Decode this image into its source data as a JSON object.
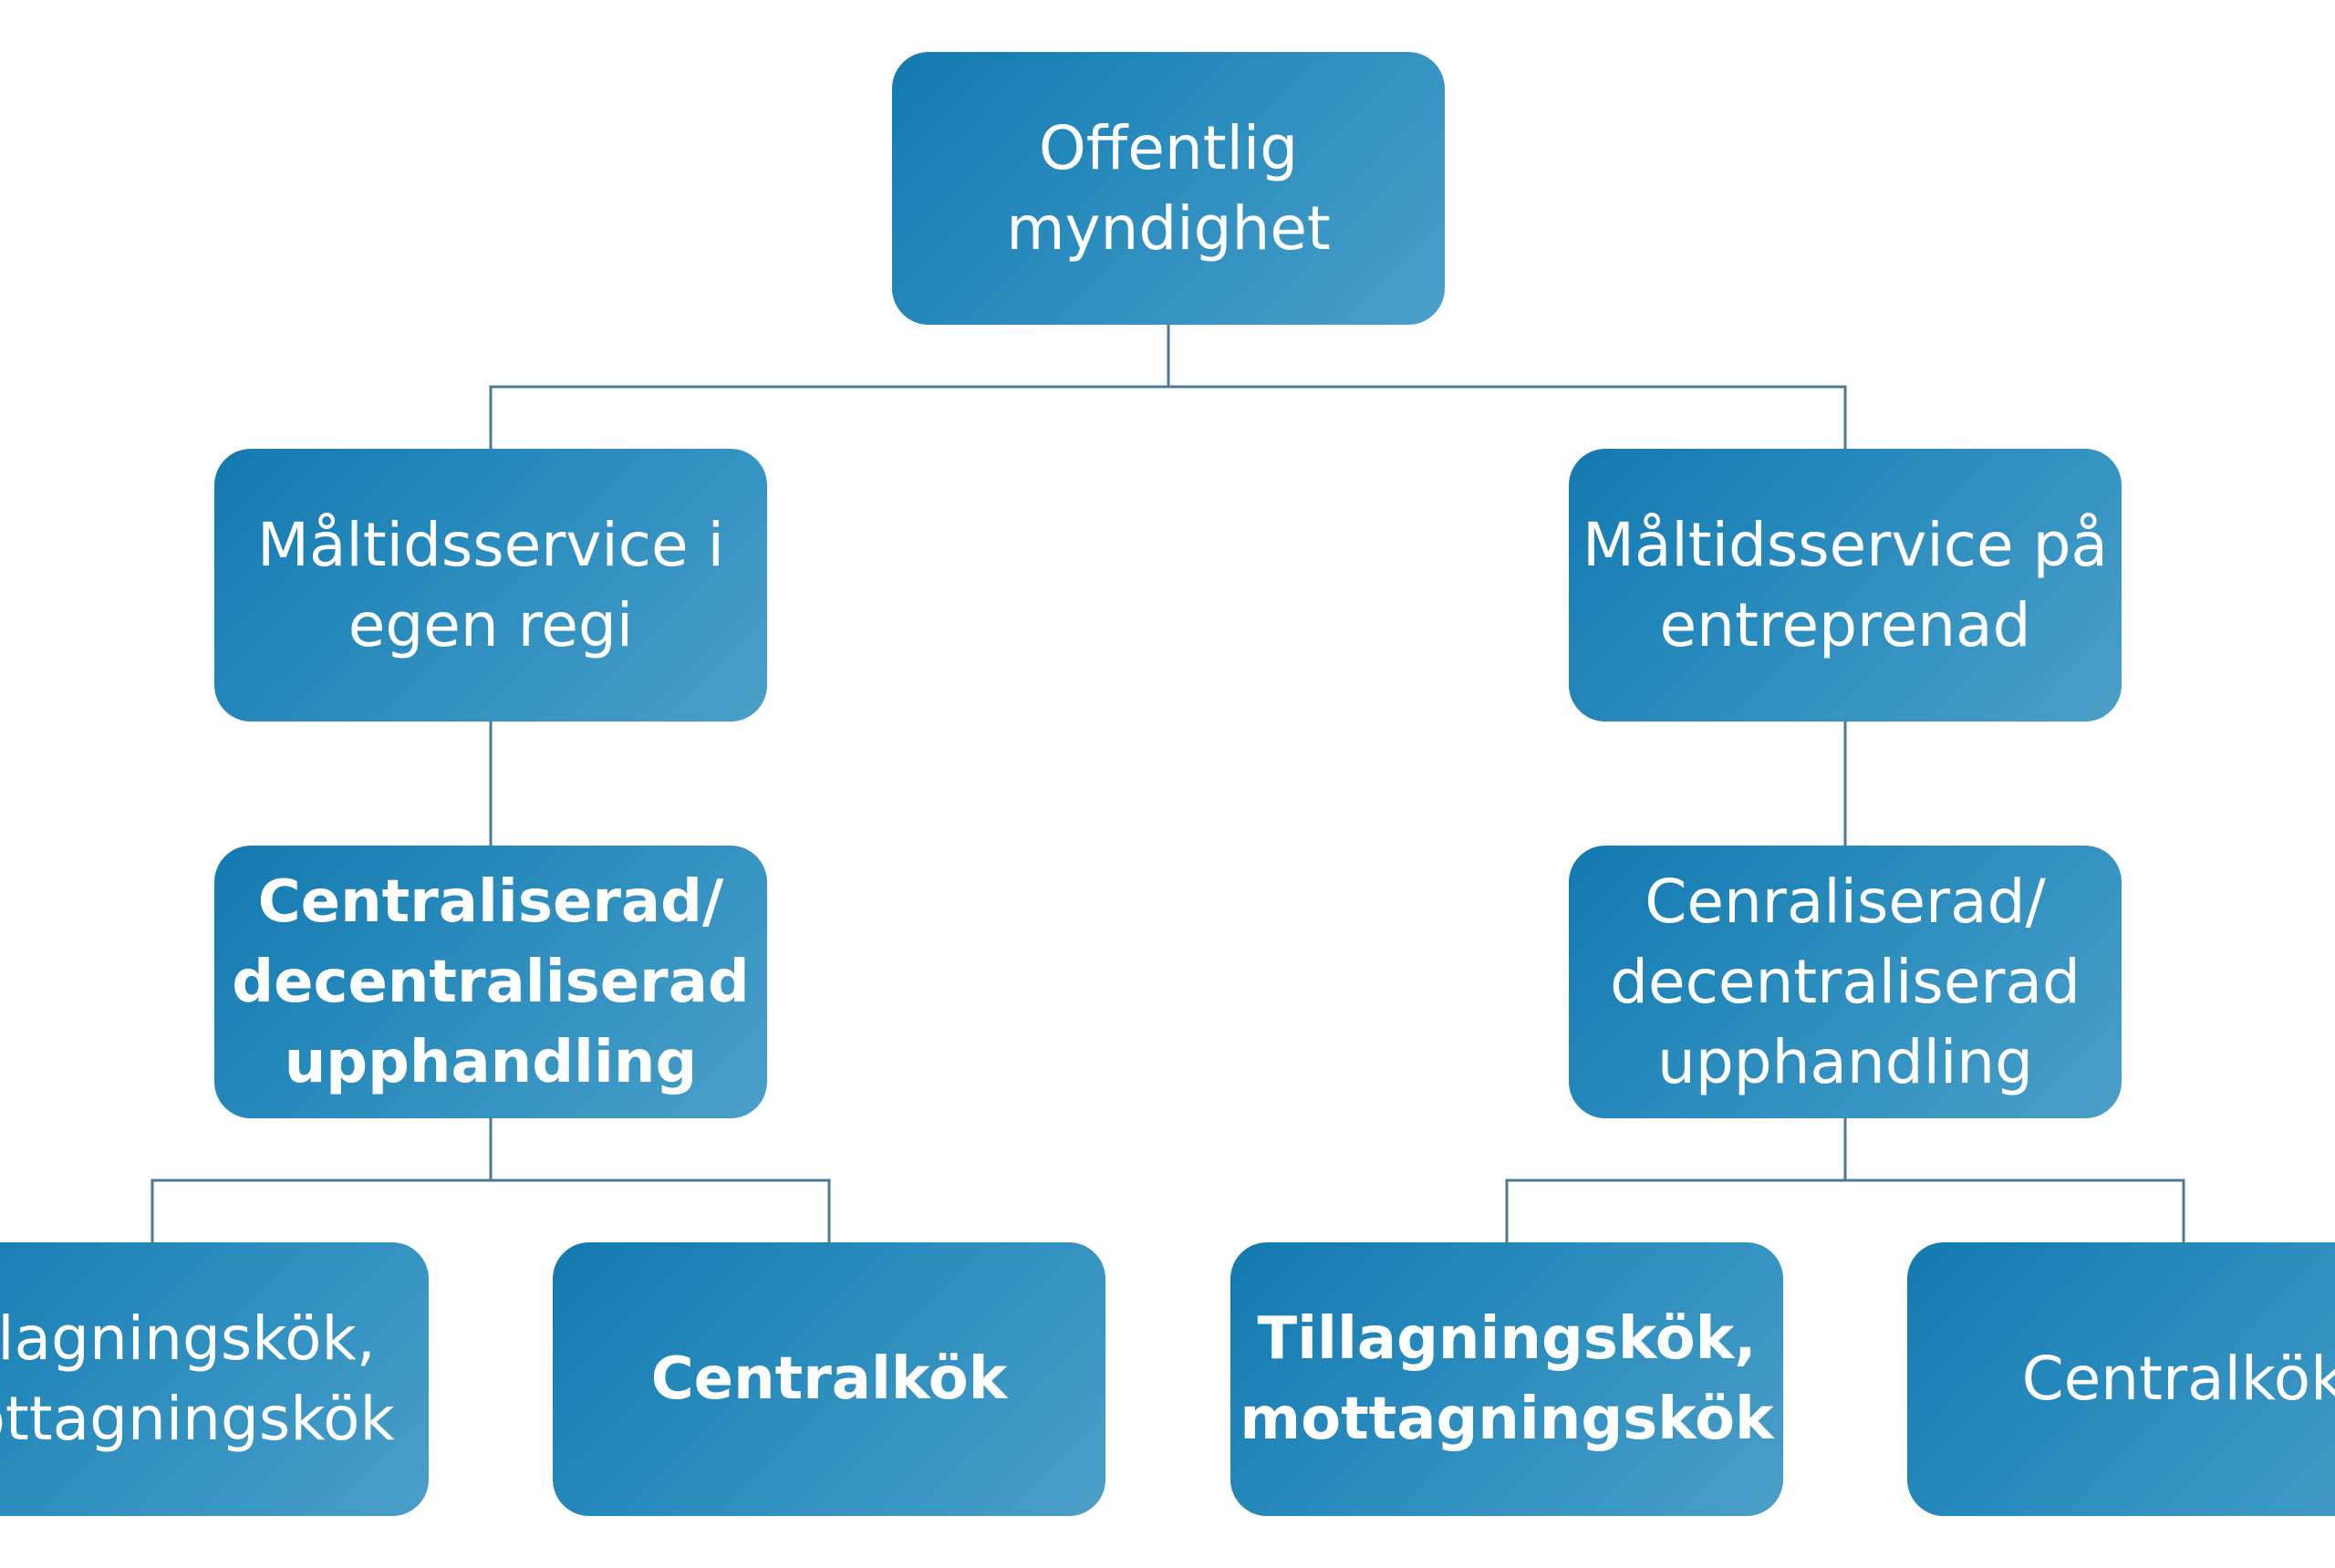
{
  "diagram": {
    "title": "",
    "line_color": "#4f7894",
    "box_color": "#2a8cbd",
    "text_color": "#ffffff",
    "nodes": {
      "root": {
        "lines": [
          "Offentlig",
          "myndighet"
        ]
      },
      "egen": {
        "lines": [
          "Måltidsservice i",
          "egen regi"
        ]
      },
      "entr": {
        "lines": [
          "Måltidsservice på",
          "entreprenad"
        ]
      },
      "cent_l": {
        "lines": [
          "Centraliserad/",
          "decentraliserad",
          "upphandling"
        ]
      },
      "cent_r": {
        "lines": [
          "Cenraliserad/",
          "decentraliserad",
          "upphandling"
        ]
      },
      "till_l": {
        "lines": [
          "Tillagningskök,",
          "mottagningskök"
        ]
      },
      "ck_l": {
        "lines": [
          "Centralkök"
        ]
      },
      "till_r": {
        "lines": [
          "Tillagningskök,",
          "mottagningskök"
        ]
      },
      "ck_r": {
        "lines": [
          "Centralkök"
        ]
      }
    },
    "edges": [
      [
        "root",
        "egen"
      ],
      [
        "root",
        "entr"
      ],
      [
        "egen",
        "cent_l"
      ],
      [
        "entr",
        "cent_r"
      ],
      [
        "cent_l",
        "till_l"
      ],
      [
        "cent_l",
        "ck_l"
      ],
      [
        "cent_r",
        "till_r"
      ],
      [
        "cent_r",
        "ck_r"
      ]
    ]
  }
}
